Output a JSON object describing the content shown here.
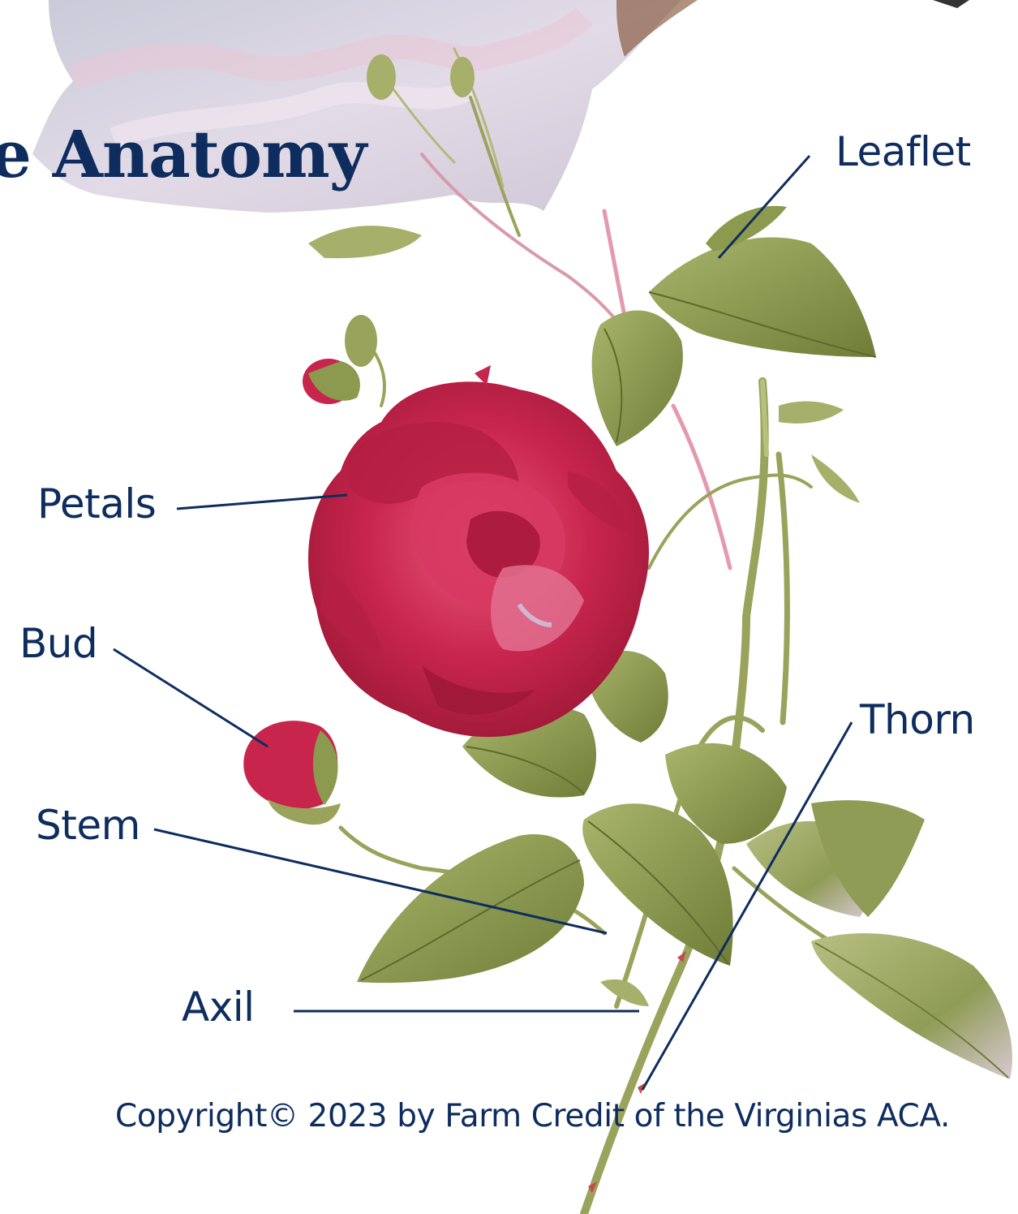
{
  "diagram": {
    "title": "e Anatomy",
    "labels": {
      "leaflet": "Leaflet",
      "petals": "Petals",
      "bud": "Bud",
      "thorn": "Thorn",
      "stem": "Stem",
      "axil": "Axil"
    },
    "copyright": "Copyright© 2023 by Farm Credit of the Virginias ACA."
  },
  "colors": {
    "label_text": "#0e2d5e",
    "leader_line": "#0e2d5e",
    "petal": "#c8254d",
    "petal_dark": "#9c1836",
    "leaf": "#8b9a4e",
    "leaf_dark": "#6f7d38",
    "stem": "#9aa35c",
    "cane_pink": "#e39aae",
    "background_rose": "#d7d9e6"
  }
}
